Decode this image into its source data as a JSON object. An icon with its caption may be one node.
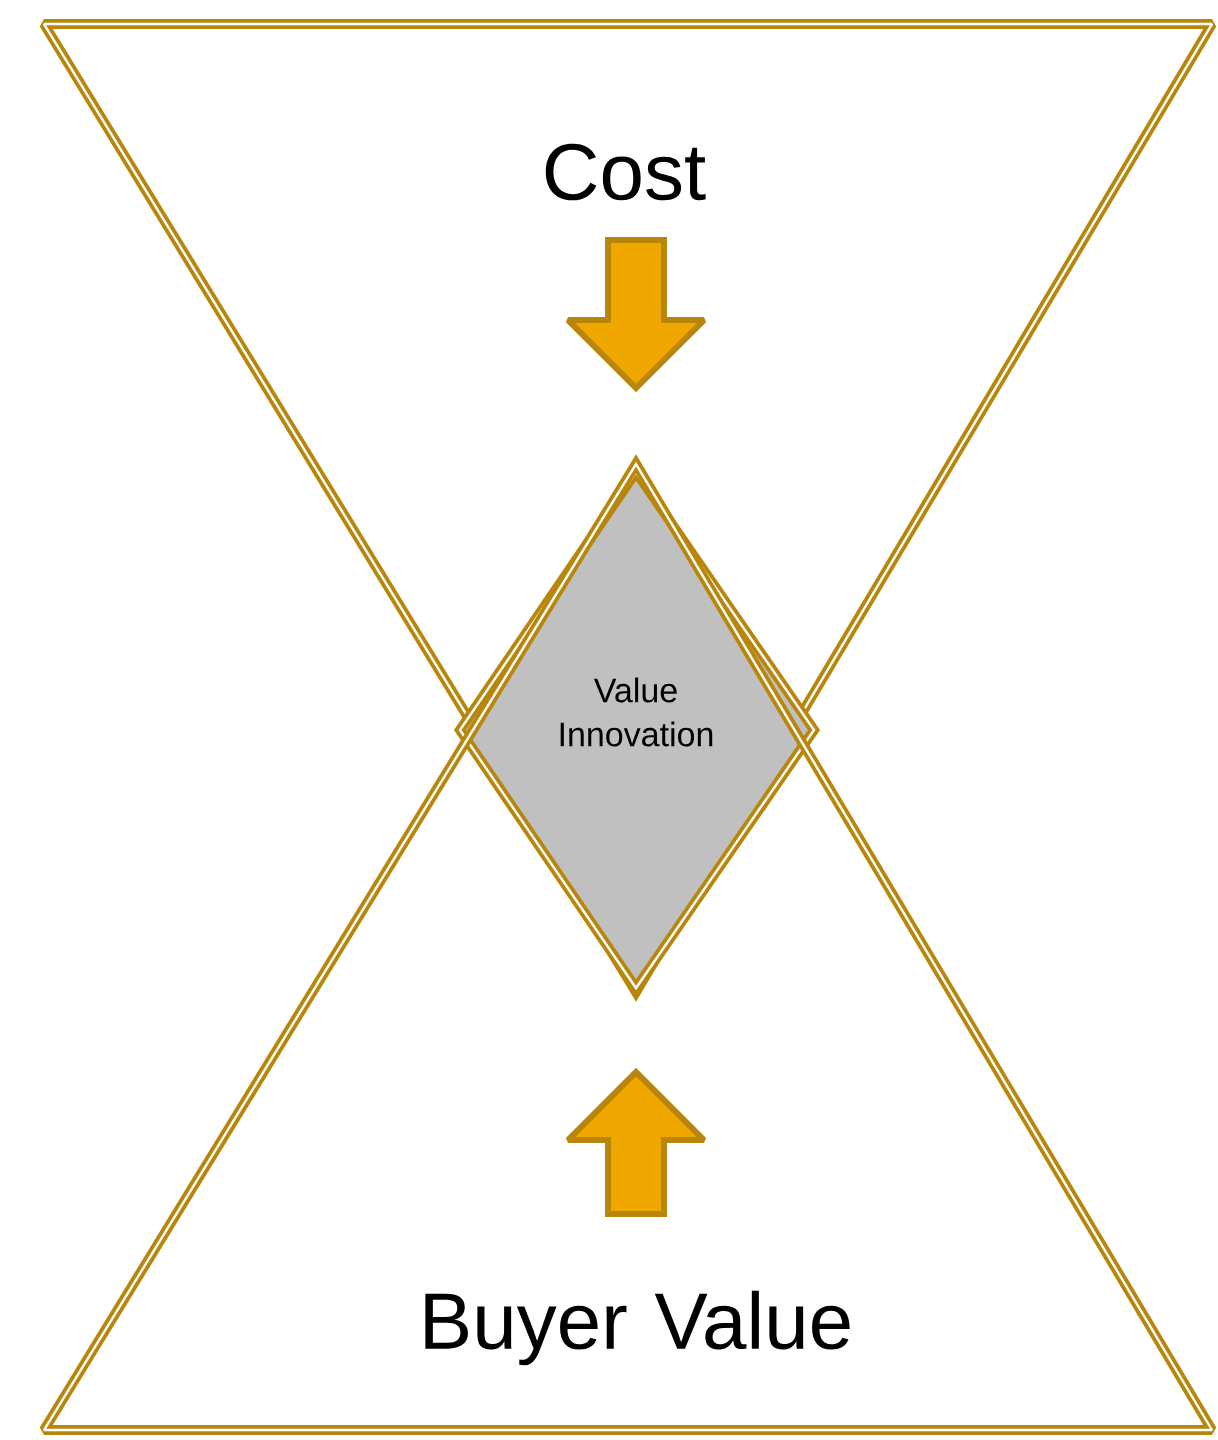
{
  "diagram": {
    "nodes": [
      {
        "text": [
          "Cost"
        ]
      },
      {
        "text": [
          "Value Innovation"
        ]
      },
      {
        "text": [
          "Buyer Value"
        ]
      }
    ],
    "edges": [
      {
        "from": 0,
        "to": 1,
        "arrow": "to"
      },
      {
        "from": 2,
        "to": 1,
        "arrow": "to"
      }
    ]
  }
}
